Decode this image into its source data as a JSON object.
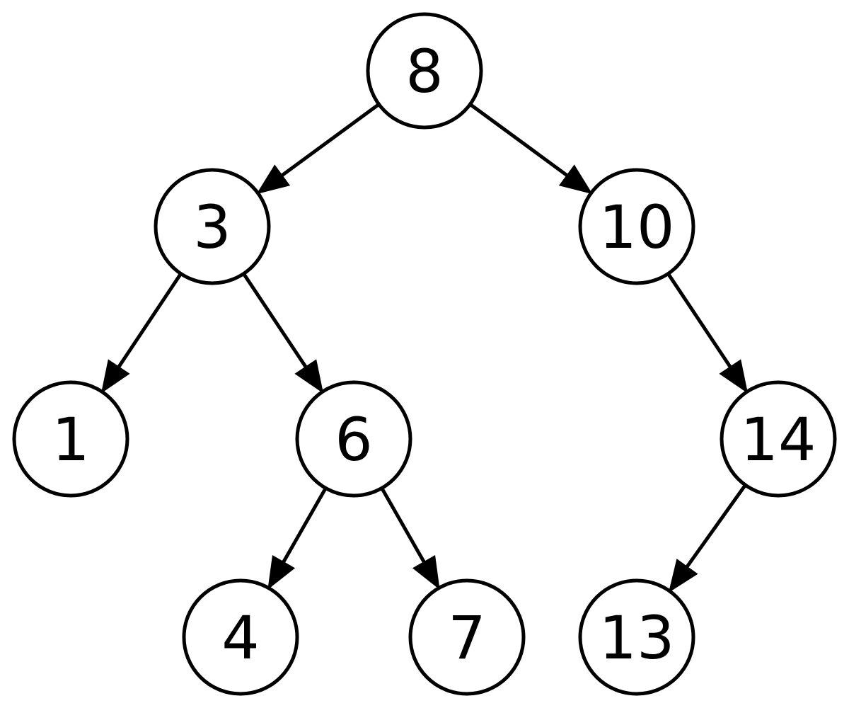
{
  "diagram": {
    "nodes": [
      {
        "id": "n8",
        "label": "8"
      },
      {
        "id": "n3",
        "label": "3"
      },
      {
        "id": "n10",
        "label": "10"
      },
      {
        "id": "n1",
        "label": "1"
      },
      {
        "id": "n6",
        "label": "6"
      },
      {
        "id": "n14",
        "label": "14"
      },
      {
        "id": "n4",
        "label": "4"
      },
      {
        "id": "n7",
        "label": "7"
      },
      {
        "id": "n13",
        "label": "13"
      }
    ],
    "edges": [
      {
        "from": "n8",
        "to": "n3"
      },
      {
        "from": "n8",
        "to": "n10"
      },
      {
        "from": "n3",
        "to": "n1"
      },
      {
        "from": "n3",
        "to": "n6"
      },
      {
        "from": "n10",
        "to": "n14"
      },
      {
        "from": "n6",
        "to": "n4"
      },
      {
        "from": "n6",
        "to": "n7"
      },
      {
        "from": "n14",
        "to": "n13"
      }
    ],
    "colors": {
      "stroke": "#000000",
      "fill": "#ffffff",
      "text": "#000000"
    }
  }
}
